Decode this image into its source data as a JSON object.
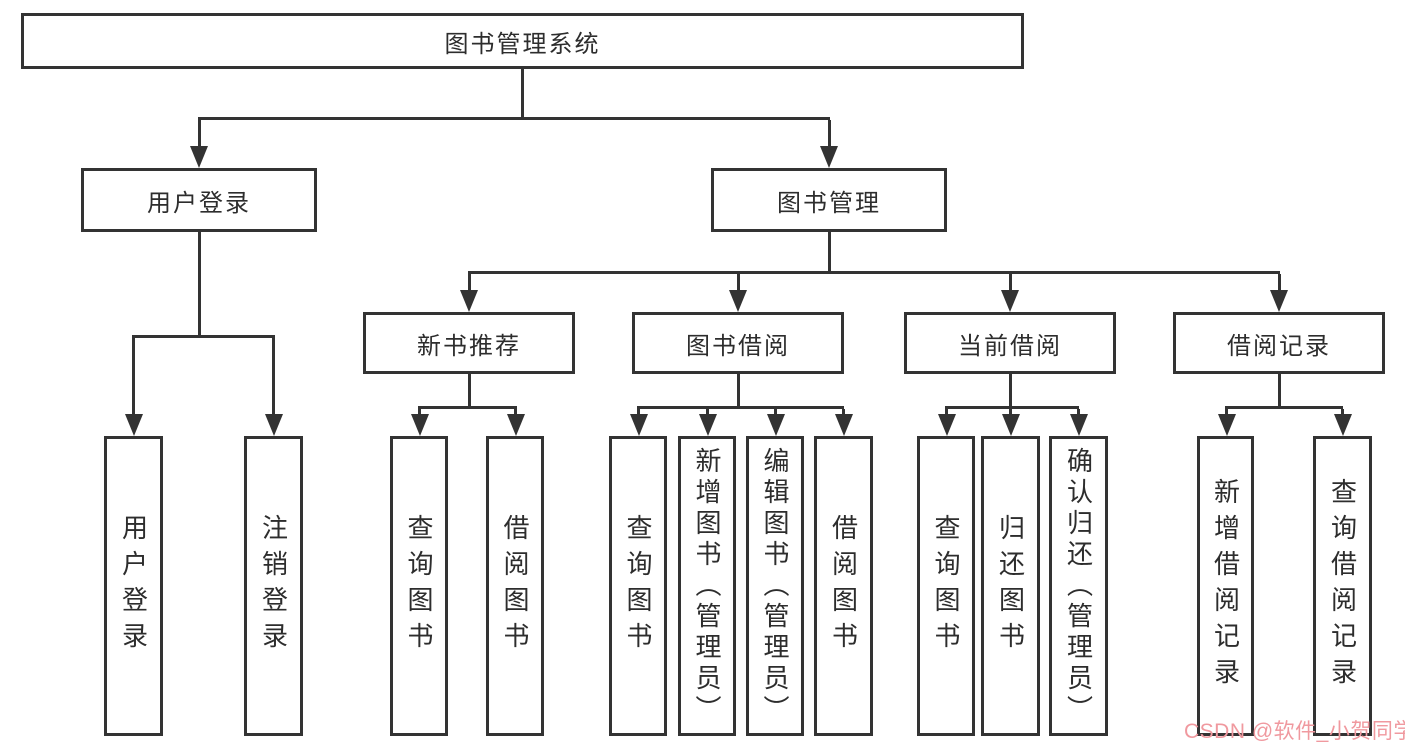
{
  "diagram_title": "图书管理系统",
  "tree": {
    "label": "图书管理系统",
    "children": [
      {
        "label": "用户登录",
        "children": [
          {
            "label": "用户登录"
          },
          {
            "label": "注销登录"
          }
        ]
      },
      {
        "label": "图书管理",
        "children": [
          {
            "label": "新书推荐",
            "children": [
              {
                "label": "查询图书"
              },
              {
                "label": "借阅图书"
              }
            ]
          },
          {
            "label": "图书借阅",
            "children": [
              {
                "label": "查询图书"
              },
              {
                "label": "新增图书（管理员）"
              },
              {
                "label": "编辑图书（管理员）"
              },
              {
                "label": "借阅图书"
              }
            ]
          },
          {
            "label": "当前借阅",
            "children": [
              {
                "label": "查询图书"
              },
              {
                "label": "归还图书"
              },
              {
                "label": "确认归还（管理员）"
              }
            ]
          },
          {
            "label": "借阅记录",
            "children": [
              {
                "label": "新增借阅记录"
              },
              {
                "label": "查询借阅记录"
              }
            ]
          }
        ]
      }
    ]
  },
  "watermark": {
    "text": "CSDN @软件_小贺同学",
    "color": "#f0999f"
  },
  "colors": {
    "line": "#333333",
    "box_border": "#333333",
    "box_background": "#ffffff",
    "page_background": "#ffffff",
    "text": "#2d2d2d"
  }
}
